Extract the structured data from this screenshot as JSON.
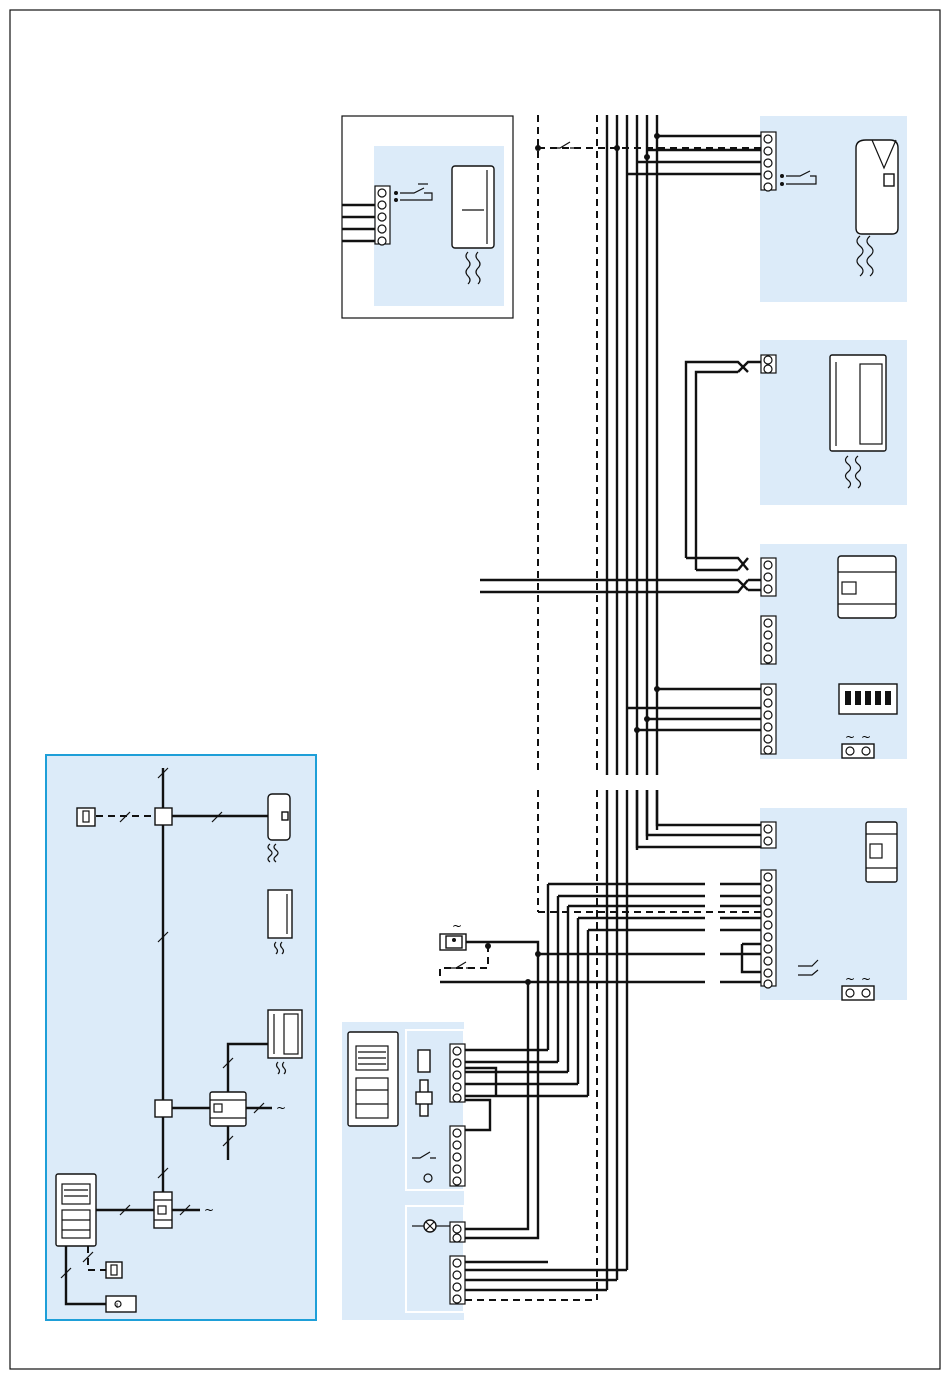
{
  "diagram": {
    "kind": "intercom wiring diagram",
    "colors": {
      "panel_fill": "#dcebf9",
      "overview_border": "#1e9fd8",
      "wire": "#111111",
      "frame": "#111111"
    },
    "symbols": {
      "ac_supply": "~",
      "key_switch": "I"
    },
    "panels": [
      {
        "name": "panel-handset-top"
      },
      {
        "name": "panel-handset-mid"
      },
      {
        "name": "panel-power-supply"
      },
      {
        "name": "panel-controller"
      },
      {
        "name": "panel-entry-unit"
      },
      {
        "name": "panel-overview-schematic"
      }
    ]
  }
}
